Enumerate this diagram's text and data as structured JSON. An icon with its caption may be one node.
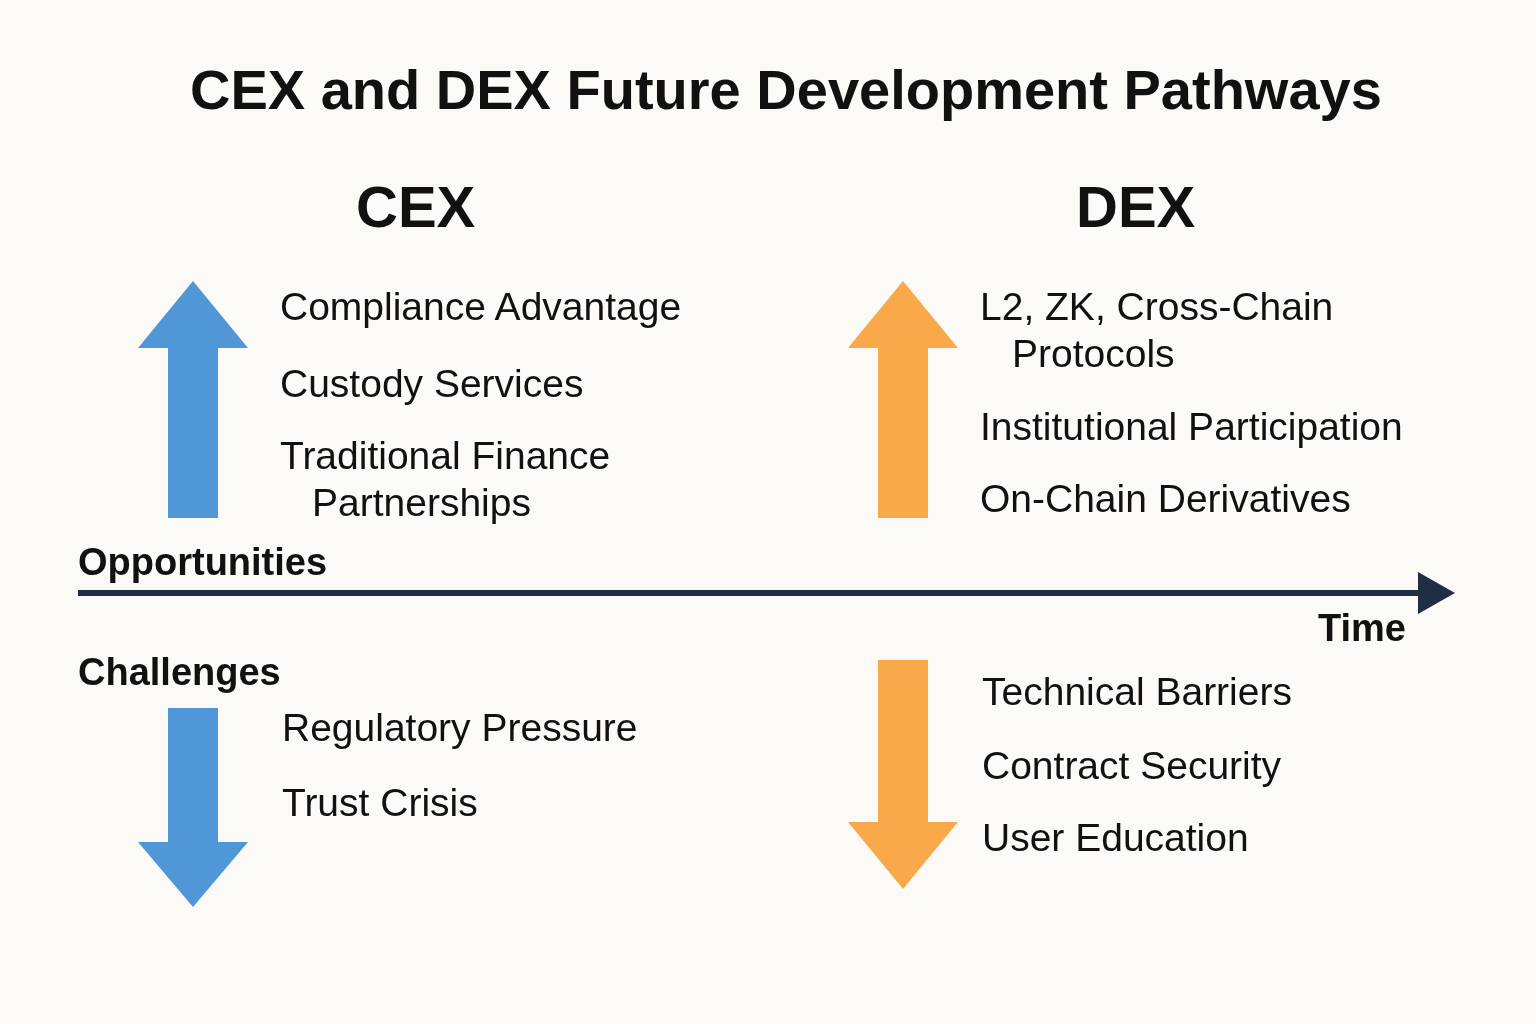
{
  "diagram": {
    "title": "CEX and DEX Future Development Pathways",
    "labels": [
      "CEX",
      "DEX",
      "Compliance Advantage",
      "Custody Services",
      "Traditional Finance Partnerships",
      "L2, ZK, Cross-Chain Protocols",
      "Institutional Participation",
      "On-Chain Derivatives",
      "Opportunities",
      "Time",
      "Challenges",
      "Regulatory Pressure",
      "Trust Crisis",
      "Technical Barriers",
      "Contract Security",
      "User Education"
    ]
  }
}
